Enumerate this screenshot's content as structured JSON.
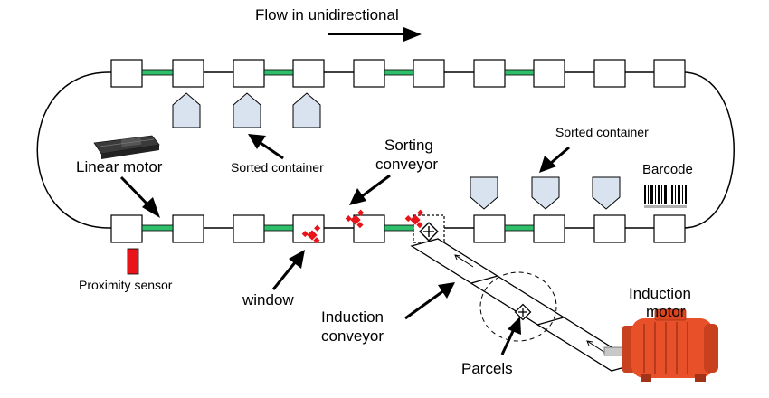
{
  "labels": {
    "flow": "Flow in unidirectional",
    "linear_motor": "Linear motor",
    "sorted_container_top": "Sorted container",
    "sorted_container_bottom": "Sorted container",
    "sorting_conveyor_1": "Sorting",
    "sorting_conveyor_2": "conveyor",
    "barcode": "Barcode",
    "proximity_sensor": "Proximity sensor",
    "window": "window",
    "induction_conveyor_1": "Induction",
    "induction_conveyor_2": "conveyor",
    "parcels": "Parcels",
    "induction_motor_1": "Induction",
    "induction_motor_2": "motor"
  },
  "colors": {
    "link_green": "#2fbf6a",
    "container_fill": "#d9e3ef",
    "sensor_red": "#e8141a",
    "parcel_red": "#e8141a",
    "motor_orange": "#e8502a"
  },
  "icons": {
    "linear_motor": "linear-motor-icon",
    "barcode": "barcode-icon",
    "induction_motor": "induction-motor-icon",
    "parcel": "parcel-icon"
  }
}
